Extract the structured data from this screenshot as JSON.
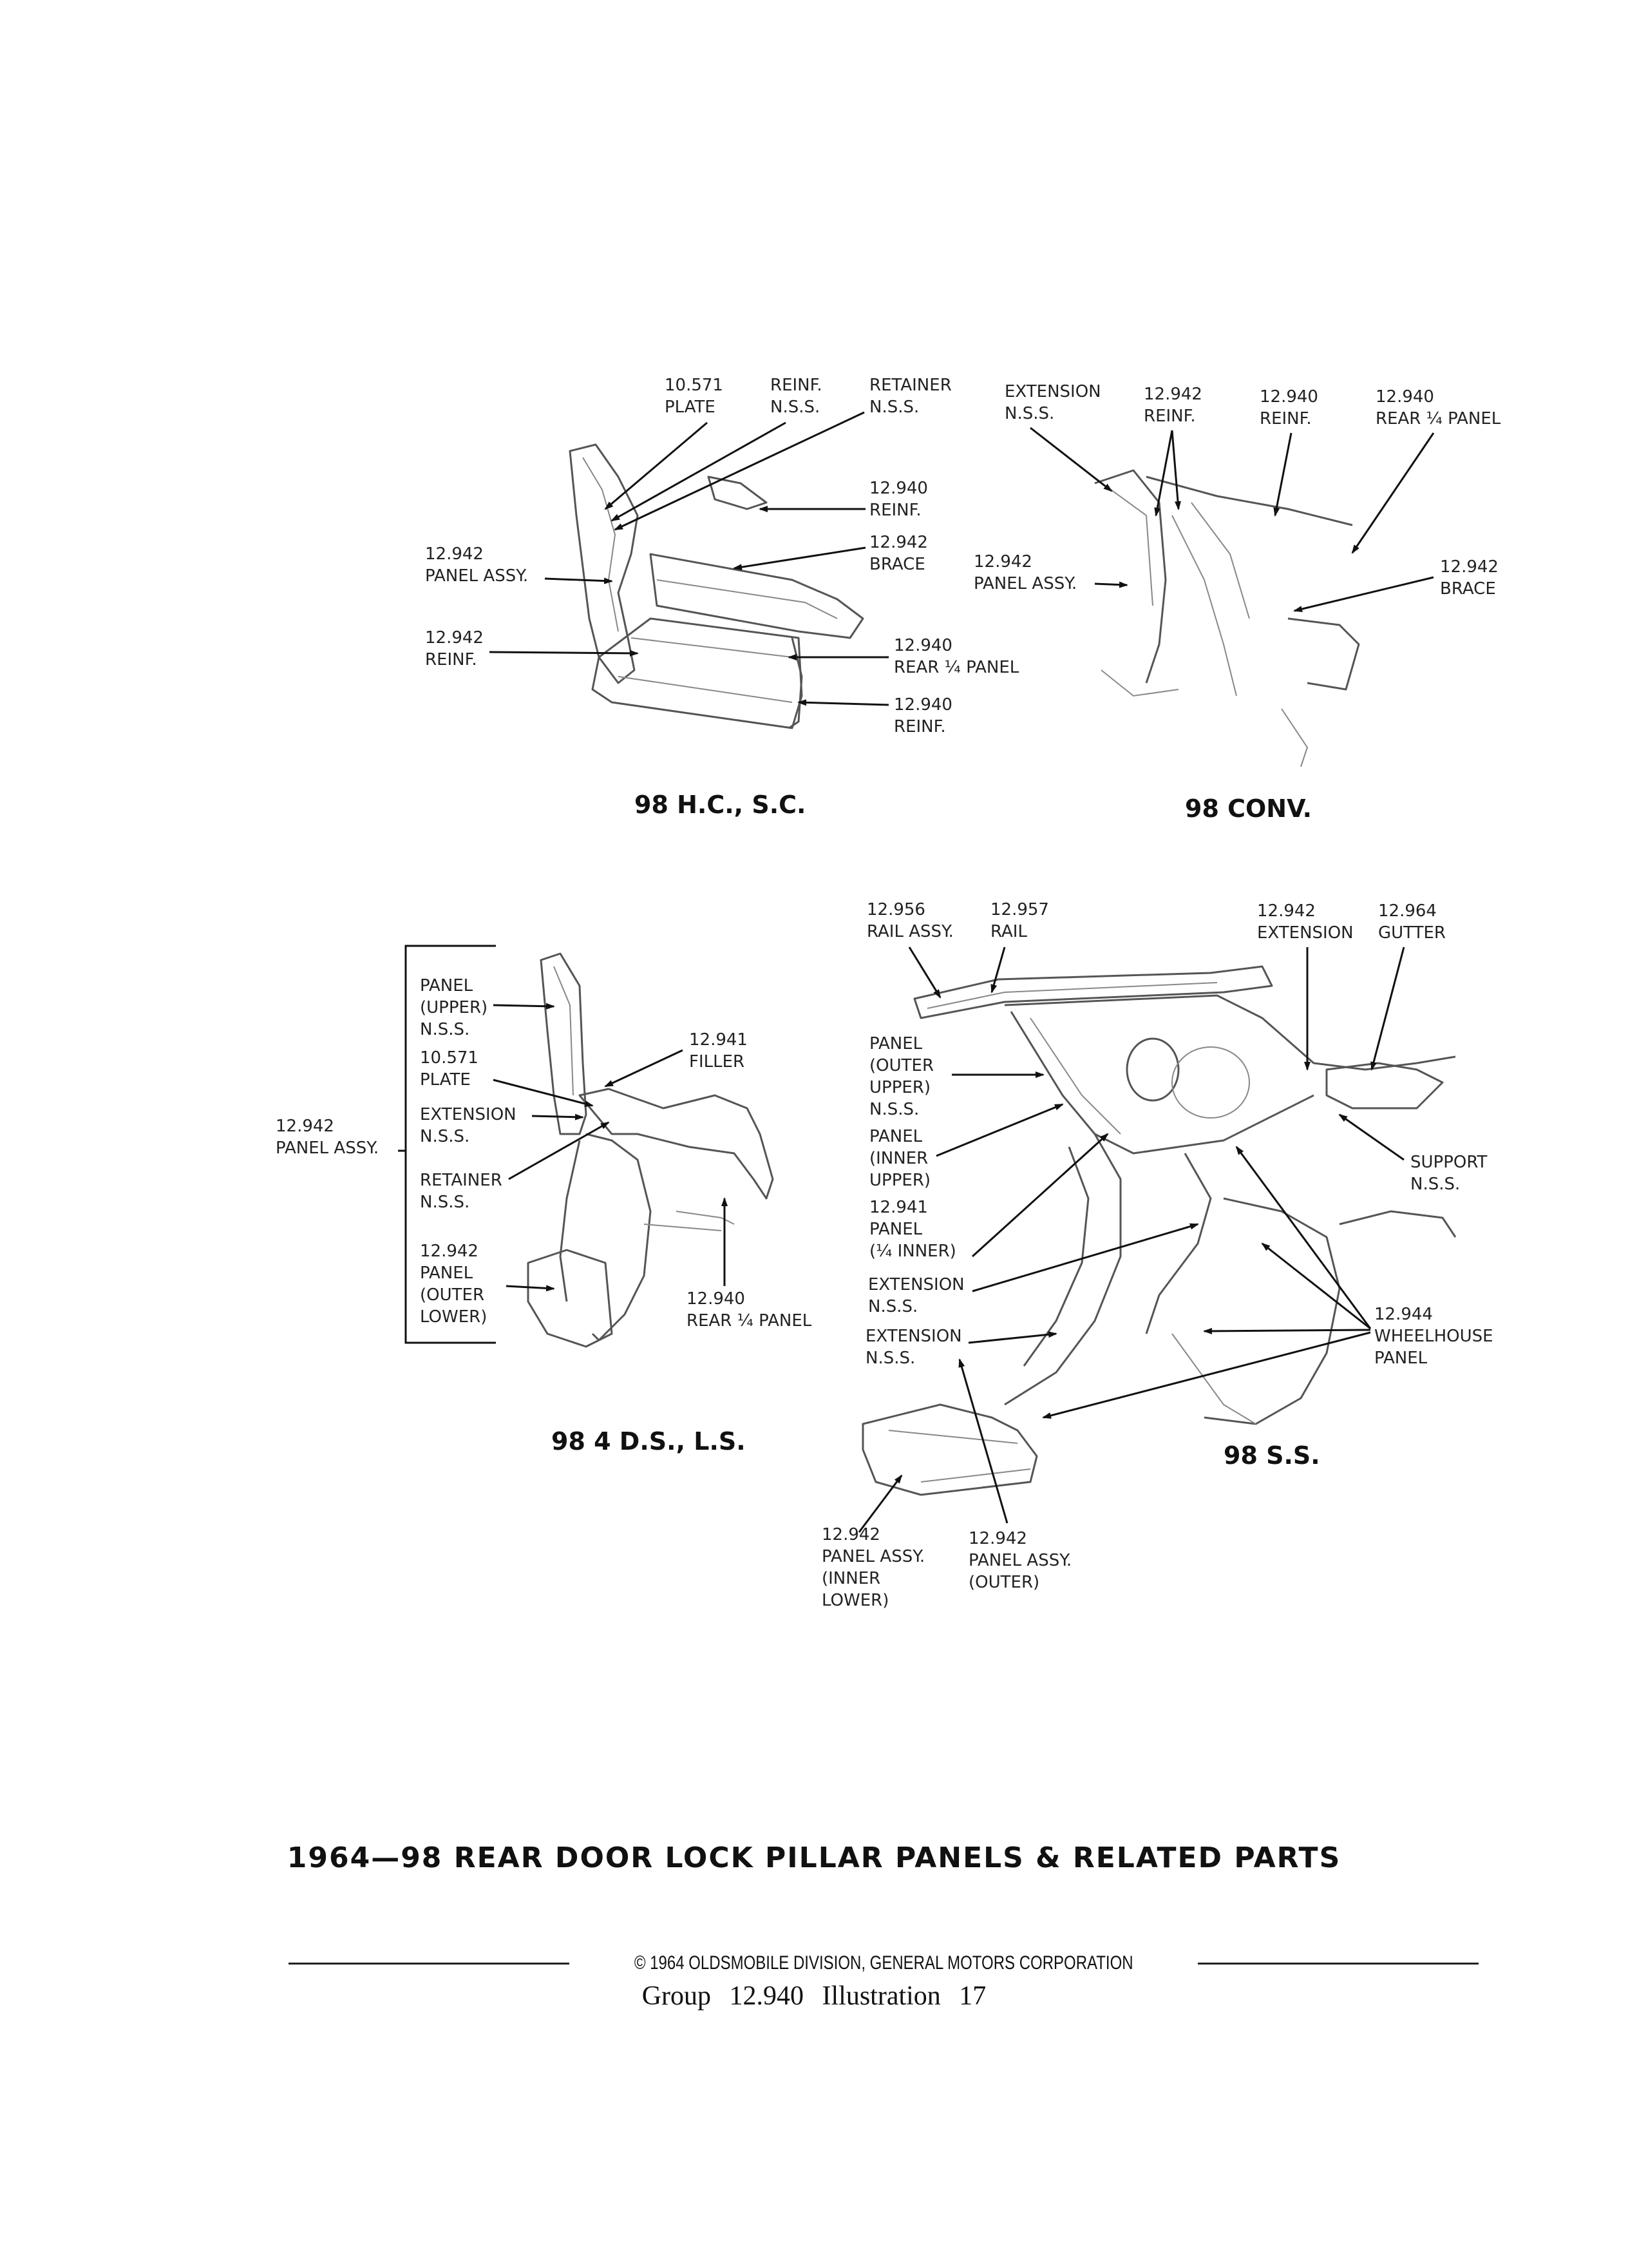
{
  "labels": {
    "hc_10571_plate": [
      "10.571",
      "PLATE"
    ],
    "hc_reinf_nss": [
      "REINF.",
      "N.S.S."
    ],
    "hc_retainer_nss": [
      "RETAINER",
      "N.S.S."
    ],
    "hc_12940_reinf_top": [
      "12.940",
      "REINF."
    ],
    "hc_12942_brace": [
      "12.942",
      "BRACE"
    ],
    "hc_12942_panel_assy": [
      "12.942",
      "PANEL ASSY."
    ],
    "hc_12942_reinf": [
      "12.942",
      "REINF."
    ],
    "hc_12940_rear_qtr": [
      "12.940",
      "REAR ¼ PANEL"
    ],
    "hc_12940_reinf_bottom": [
      "12.940",
      "REINF."
    ],
    "cv_extension_nss": [
      "EXTENSION",
      "N.S.S."
    ],
    "cv_12942_reinf": [
      "12.942",
      "REINF."
    ],
    "cv_12940_reinf": [
      "12.940",
      "REINF."
    ],
    "cv_12940_rear_qtr": [
      "12.940",
      "REAR ¼ PANEL"
    ],
    "cv_12942_panel_assy": [
      "12.942",
      "PANEL ASSY."
    ],
    "cv_12942_brace": [
      "12.942",
      "BRACE"
    ],
    "ds_12942_panel_assy": [
      "12.942",
      "PANEL ASSY."
    ],
    "ds_panel_upper": [
      "PANEL",
      "(UPPER)",
      "N.S.S."
    ],
    "ds_10571_plate": [
      "10.571",
      "PLATE"
    ],
    "ds_extension_nss": [
      "EXTENSION",
      "N.S.S."
    ],
    "ds_retainer_nss": [
      "RETAINER",
      "N.S.S."
    ],
    "ds_12942_panel_outer_lower": [
      "12.942",
      "PANEL",
      "(OUTER",
      "LOWER)"
    ],
    "ds_12941_filler": [
      "12.941",
      "FILLER"
    ],
    "ds_12940_rear_qtr": [
      "12.940",
      "REAR ¼ PANEL"
    ],
    "ss_12956_rail_assy": [
      "12.956",
      "RAIL ASSY."
    ],
    "ss_12957_rail": [
      "12.957",
      "RAIL"
    ],
    "ss_12942_extension": [
      "12.942",
      "EXTENSION"
    ],
    "ss_12964_gutter": [
      "12.964",
      "GUTTER"
    ],
    "ss_panel_outer_upper": [
      "PANEL",
      "(OUTER",
      "UPPER)",
      "N.S.S."
    ],
    "ss_panel_inner_upper": [
      "PANEL",
      "(INNER",
      "UPPER)"
    ],
    "ss_12941_panel_qtr_inner": [
      "12.941",
      "PANEL",
      "(¼ INNER)"
    ],
    "ss_extension_nss_1": [
      "EXTENSION",
      "N.S.S."
    ],
    "ss_extension_nss_2": [
      "EXTENSION",
      "N.S.S."
    ],
    "ss_support_nss": [
      "SUPPORT",
      "N.S.S."
    ],
    "ss_12944_wheelhouse": [
      "12.944",
      "WHEELHOUSE",
      "PANEL"
    ],
    "ss_12942_panel_assy_inner_lower": [
      "12.942",
      "PANEL ASSY.",
      "(INNER",
      "LOWER)"
    ],
    "ss_12942_panel_assy_outer": [
      "12.942",
      "PANEL ASSY.",
      "(OUTER)"
    ]
  },
  "captions": {
    "hc": "98 H.C., S.C.",
    "conv": "98 CONV.",
    "ds": "98 4 D.S., L.S.",
    "ss": "98 S.S."
  },
  "footer": {
    "title": "1964—98 REAR DOOR LOCK PILLAR PANELS & RELATED PARTS",
    "copyright": "© 1964 OLDSMOBILE DIVISION, GENERAL MOTORS CORPORATION",
    "group": "Group 12.940 Illustration 17"
  }
}
